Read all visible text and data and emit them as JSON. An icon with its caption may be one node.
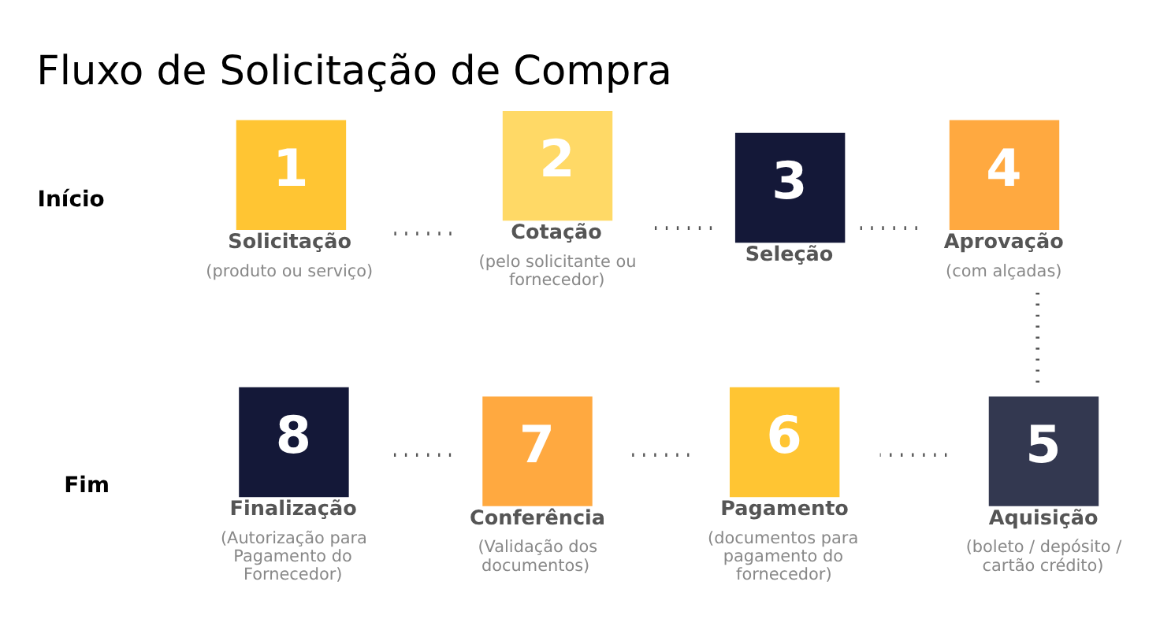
{
  "diagram": {
    "title": "Fluxo de Solicitação de Compra",
    "nodes": [
      {
        "text": [
          "1"
        ],
        "beside": [
          "Solicitação",
          "(produto ou serviço)"
        ]
      },
      {
        "text": [
          "2"
        ],
        "beside": [
          "Cotação",
          "(pelo solicitante ou fornecedor)"
        ]
      },
      {
        "text": [
          "3"
        ],
        "beside": [
          "Seleção"
        ]
      },
      {
        "text": [
          "4"
        ],
        "beside": [
          "Aprovação",
          "(com alçadas)"
        ]
      },
      {
        "text": [
          "5"
        ],
        "beside": [
          "Aquisição",
          "(boleto / depósito / cartão crédito)"
        ]
      },
      {
        "text": [
          "6"
        ],
        "beside": [
          "Pagamento",
          "(documentos para pagamento do fornecedor)"
        ]
      },
      {
        "text": [
          "7"
        ],
        "beside": [
          "Conferência",
          "(Validação dos documentos)"
        ]
      },
      {
        "text": [
          "8"
        ],
        "beside": [
          "Finalização",
          "(Autorização para Pagamento do Fornecedor)"
        ]
      }
    ],
    "edges": [
      {
        "from": 0,
        "to": 1,
        "arrow": "none",
        "style": "dashed"
      },
      {
        "from": 1,
        "to": 2,
        "arrow": "none",
        "style": "dashed"
      },
      {
        "from": 2,
        "to": 3,
        "arrow": "none",
        "style": "dashed"
      },
      {
        "from": 3,
        "to": 4,
        "arrow": "none",
        "style": "dashed"
      },
      {
        "from": 4,
        "to": 5,
        "arrow": "none",
        "style": "dashed"
      },
      {
        "from": 5,
        "to": 6,
        "arrow": "none",
        "style": "dashed"
      },
      {
        "from": 6,
        "to": 7,
        "arrow": "none",
        "style": "dashed"
      }
    ],
    "labels": [
      "Início",
      "Fim"
    ]
  }
}
